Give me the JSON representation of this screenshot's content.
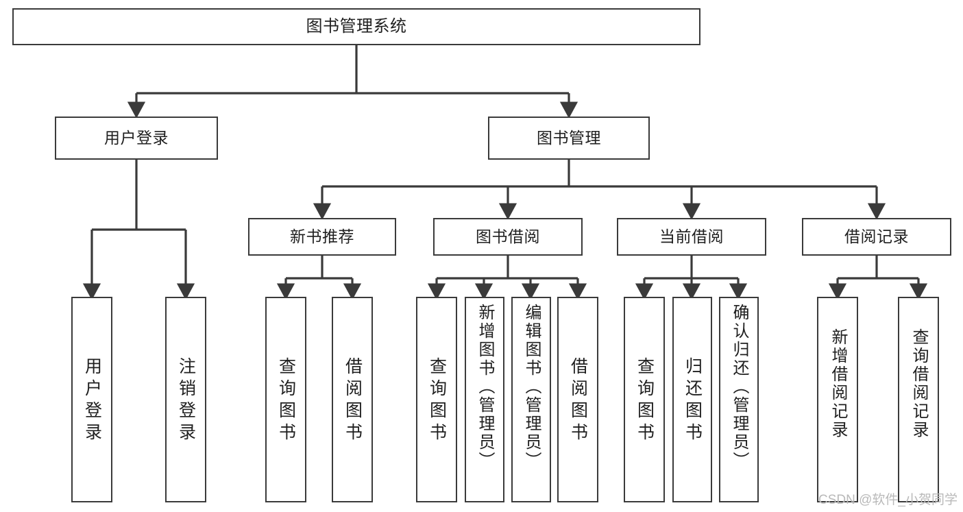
{
  "diagram": {
    "title": "图书管理系统",
    "type": "tree-hierarchy-chart",
    "watermark": "CSDN @软件_小贺同学",
    "colors": {
      "background": "#ffffff",
      "box_border": "#3a3a3a",
      "edge": "#3a3a3a",
      "text": "#1f1f1f",
      "watermark": "#b9b9b9"
    },
    "root": {
      "id": "root",
      "label": "图书管理系统"
    },
    "level1": [
      {
        "id": "n-user-login",
        "label": "用户登录"
      },
      {
        "id": "n-book-mgmt",
        "label": "图书管理"
      }
    ],
    "level2": [
      {
        "id": "n-new-book-rec",
        "label": "新书推荐",
        "parent": "n-book-mgmt"
      },
      {
        "id": "n-book-borrow",
        "label": "图书借阅",
        "parent": "n-book-mgmt"
      },
      {
        "id": "n-current-borrow",
        "label": "当前借阅",
        "parent": "n-book-mgmt"
      },
      {
        "id": "n-borrow-record",
        "label": "借阅记录",
        "parent": "n-book-mgmt"
      }
    ],
    "leaves": [
      {
        "id": "leaf-user-login",
        "label": "用户登录",
        "parent": "n-user-login"
      },
      {
        "id": "leaf-logout-login",
        "label": "注销登录",
        "parent": "n-user-login"
      },
      {
        "id": "leaf-query-book-1",
        "label": "查询图书",
        "parent": "n-new-book-rec"
      },
      {
        "id": "leaf-borrow-book-1",
        "label": "借阅图书",
        "parent": "n-new-book-rec"
      },
      {
        "id": "leaf-query-book-2",
        "label": "查询图书",
        "parent": "n-book-borrow"
      },
      {
        "id": "leaf-add-book",
        "label": "新增图书（管理员）",
        "parent": "n-book-borrow"
      },
      {
        "id": "leaf-edit-book",
        "label": "编辑图书（管理员）",
        "parent": "n-book-borrow"
      },
      {
        "id": "leaf-borrow-book-2",
        "label": "借阅图书",
        "parent": "n-book-borrow"
      },
      {
        "id": "leaf-query-book-3",
        "label": "查询图书",
        "parent": "n-current-borrow"
      },
      {
        "id": "leaf-return-book",
        "label": "归还图书",
        "parent": "n-current-borrow"
      },
      {
        "id": "leaf-confirm-return",
        "label": "确认归还（管理员）",
        "parent": "n-current-borrow"
      },
      {
        "id": "leaf-add-record",
        "label": "新增借阅记录",
        "parent": "n-borrow-record"
      },
      {
        "id": "leaf-query-record",
        "label": "查询借阅记录",
        "parent": "n-borrow-record"
      }
    ]
  }
}
